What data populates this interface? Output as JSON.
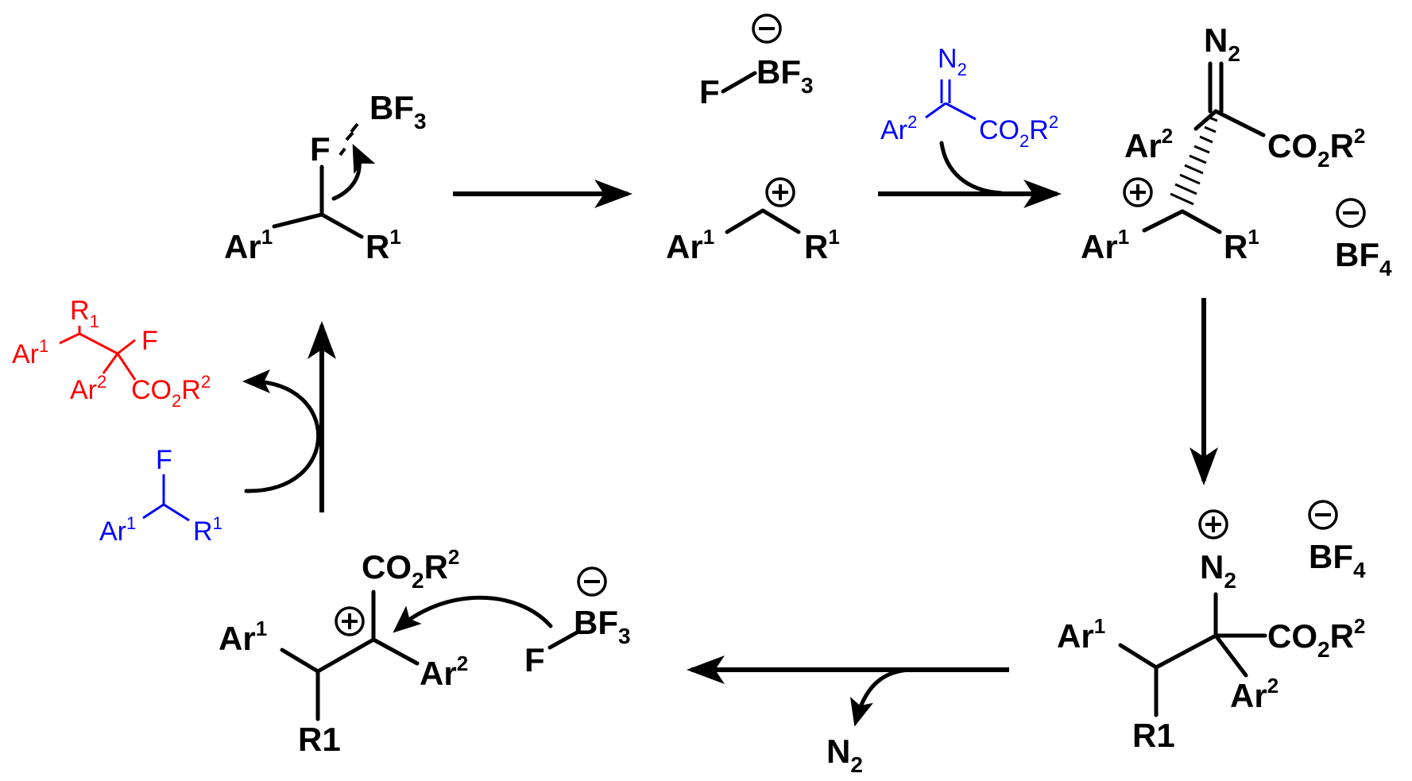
{
  "labels": {
    "ar": "Ar",
    "r": "R",
    "f": "F",
    "bf": "BF",
    "co": "CO",
    "n": "N",
    "one": "1",
    "two": "2",
    "three": "3",
    "four": "4",
    "r1": "R1",
    "sub_r1": "R"
  },
  "colors": {
    "product": "#ff0000",
    "reagent": "#0000ff",
    "main": "#000000"
  },
  "icons": [
    "plus-charge-icon",
    "minus-charge-icon",
    "reaction-arrow-icon",
    "curved-arrow-icon"
  ]
}
